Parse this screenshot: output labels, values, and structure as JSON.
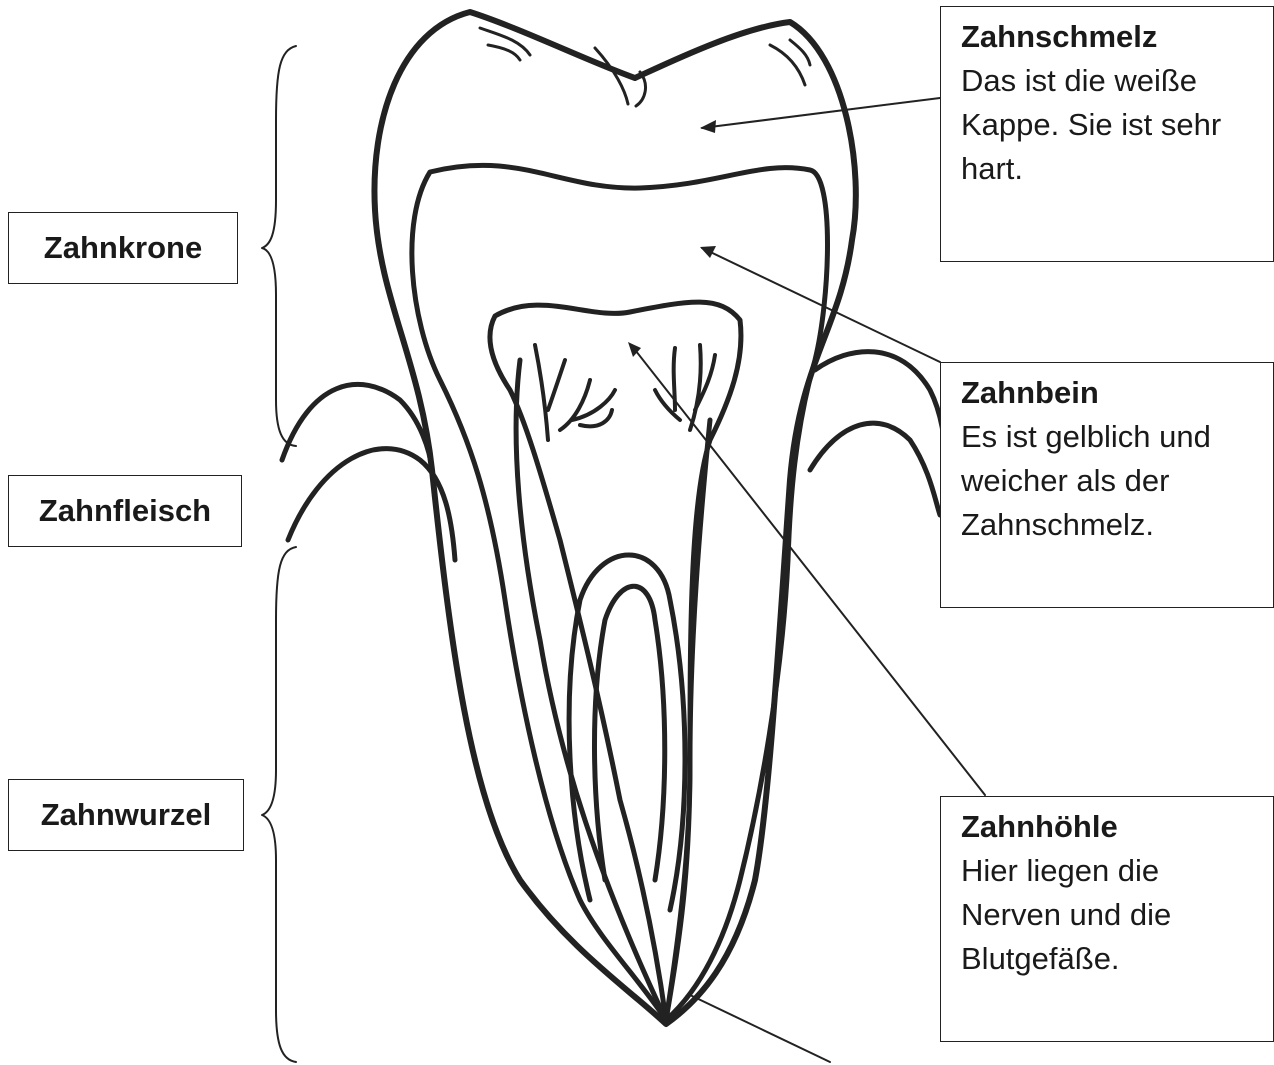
{
  "labels": {
    "crown": "Zahnkrone",
    "gum": "Zahnfleisch",
    "root": "Zahnwurzel"
  },
  "callouts": {
    "enamel": {
      "title": "Zahnschmelz",
      "text": "Das ist die weiße\nKappe. Sie ist sehr\nhart."
    },
    "dentin": {
      "title": "Zahnbein",
      "text": "Es ist gelblich und\nweicher als der\nZahnschmelz."
    },
    "pulp": {
      "title": "Zahnhöhle",
      "text": "Hier liegen die\nNerven und die\nBlutgefäße."
    }
  },
  "colors": {
    "line": "#222222",
    "background": "#ffffff"
  }
}
